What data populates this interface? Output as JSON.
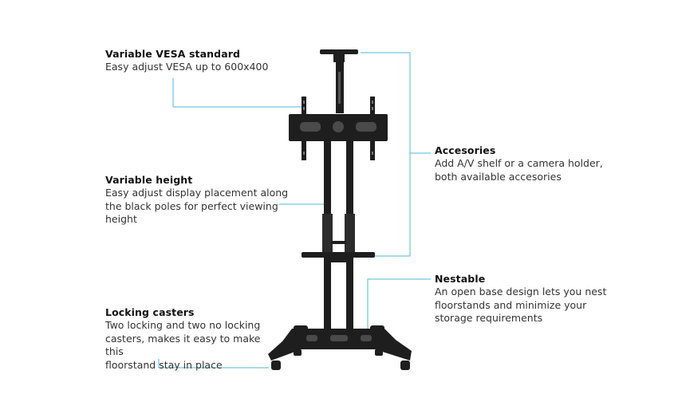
{
  "accent_color": "#4db8de",
  "stand_color": "#1e1e1e",
  "callouts": {
    "vesa": {
      "title": "Variable VESA standard",
      "text": "Easy adjust VESA up to 600x400"
    },
    "height": {
      "title": "Variable height",
      "text": "Easy adjust display placement along\nthe black poles for perfect viewing\nheight"
    },
    "casters": {
      "title": "Locking casters",
      "text": "Two locking and two no locking\ncasters, makes it easy to make this\nfloorstand stay in place"
    },
    "accessories": {
      "title": "Accesories",
      "text": "Add A/V shelf or a camera holder,\nboth available accesories"
    },
    "nestable": {
      "title": "Nestable",
      "text": "An open base design lets you nest\nfloorstands and minimize your\nstorage requirements"
    }
  }
}
